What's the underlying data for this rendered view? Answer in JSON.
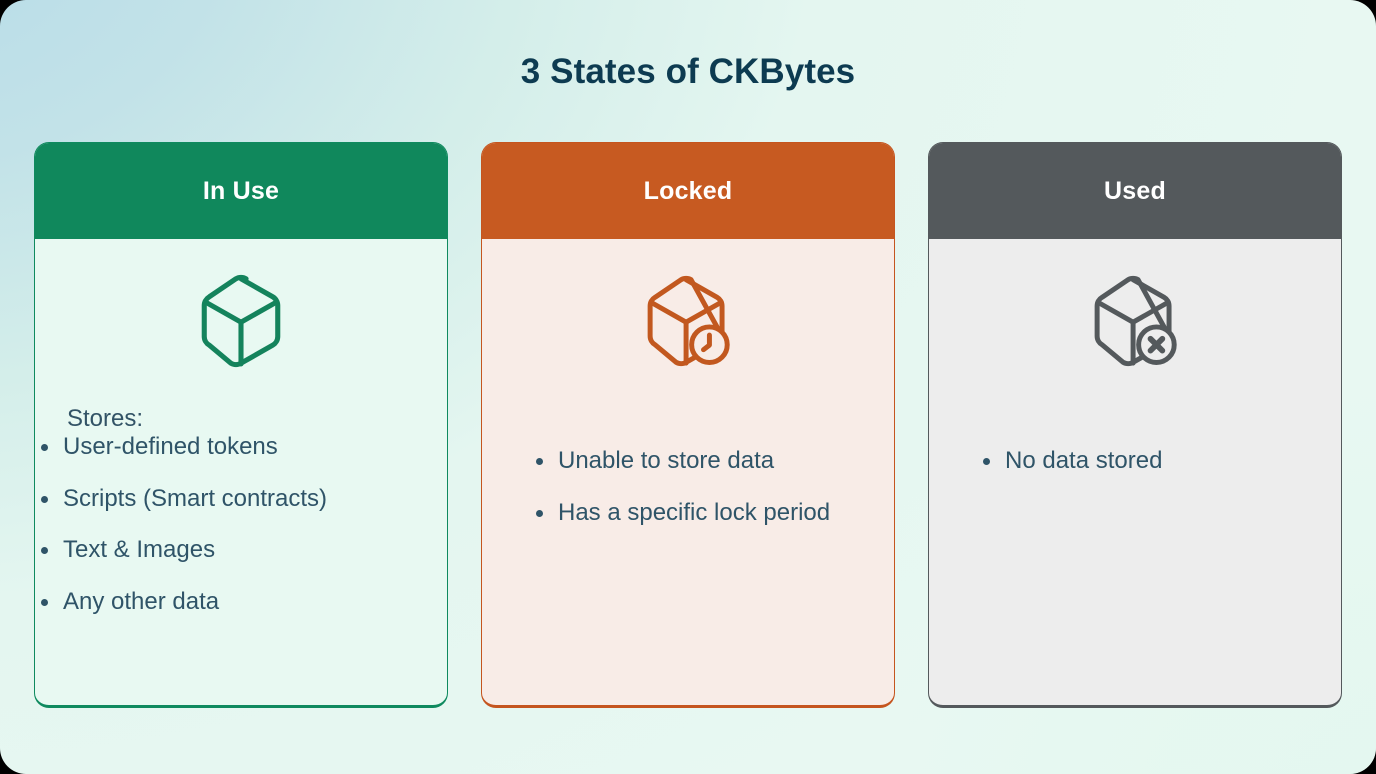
{
  "page": {
    "title": "3 States of CKBytes",
    "title_color": "#0d3b51",
    "background_from": "#b6dbe8",
    "background_to": "#e8f8f2"
  },
  "cards": [
    {
      "id": "in-use",
      "header": "In Use",
      "accent_color": "#10885c",
      "body_color": "#e8f9f2",
      "border_color": "#0f8a5f",
      "icon": "cube-box-icon",
      "intro": "Stores:",
      "items": [
        "User-defined tokens",
        "Scripts (Smart contracts)",
        "Text & Images",
        "Any other data"
      ]
    },
    {
      "id": "locked",
      "header": "Locked",
      "accent_color": "#c75a21",
      "body_color": "#f8ece7",
      "border_color": "#c5551f",
      "icon": "cube-box-clock-icon",
      "intro": "",
      "items": [
        "Unable to store data",
        "Has a specific lock period"
      ]
    },
    {
      "id": "used",
      "header": "Used",
      "accent_color": "#54595c",
      "body_color": "#ededed",
      "border_color": "#54595c",
      "icon": "cube-box-x-icon",
      "intro": "",
      "items": [
        "No data stored"
      ]
    }
  ]
}
